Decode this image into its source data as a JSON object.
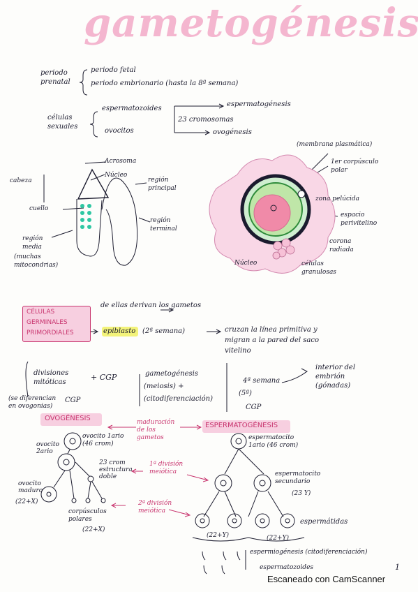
{
  "title": "gametogénesis",
  "top": {
    "periodo_prenatal": "periodo prenatal",
    "periodo_fetal": "periodo fetal",
    "periodo_embrionario": "periodo embrionario (hasta la 8ª semana)",
    "celulas_sexuales": "células sexuales",
    "espermatozoides": "espermatozoides",
    "ovocitos": "ovocitos",
    "espermatogenesis": "espermatogénesis",
    "cromosomas": "23 cromosomas",
    "ovogenesis": "ovogénesis"
  },
  "sperm": {
    "cabeza": "cabeza",
    "acrosoma": "Acrosoma",
    "nucleo": "Núcleo",
    "cuello": "cuello",
    "region_principal": "región principal",
    "region_media": "región media",
    "mitocondrias": "(muchas mitocondrias)",
    "region_terminal": "región terminal"
  },
  "ovocyte": {
    "membrana": "(membrana plasmática)",
    "corpusculo": "1er corpúsculo polar",
    "zona_pelucida": "zona pelúcida",
    "espacio": "espacio perivitelino",
    "corona": "corona radiada",
    "nucleo": "Núcleo",
    "celulas_granulosas": "células granulosas"
  },
  "middle": {
    "cgp_box": "CÉLULAS GERMINALES PRIMORDIALES",
    "derivan": "de ellas derivan los gametos",
    "epiblasto": "epiblasto",
    "semana2": "(2ª semana)",
    "cruzan": "cruzan la línea primitiva y migran a la pared del saco vitelino",
    "divisiones": "divisiones mitóticas",
    "plus_cgp": "+ CGP",
    "gametogenesis": "gametogénesis",
    "meiosis": "(meiosis) +",
    "citodif": "(citodiferenciación)",
    "semana4": "4ª semana",
    "semana5": "(5ª)",
    "interior": "interior del embrión (gónadas)",
    "se_diferencian": "(se diferencian en ovogonias)",
    "cgp_label": "CGP"
  },
  "bottom": {
    "ovogenesis": "OVOGÉNESIS",
    "maduracion": "maduración de los gametos",
    "espermatogenesis": "ESPERMATOGÉNESIS",
    "ovocito_1": "ovocito 1ario (46 crom)",
    "ovocito_2": "ovocito 2ario",
    "cromatidas": "23 crom estructura doble",
    "ovocito_maduro": "ovocito maduro",
    "n22x": "(22+X)",
    "corpusculos": "corpúsculos polares",
    "n22x_b": "(22+X)",
    "div1": "1ª división meiótica",
    "div2": "2ª división meiótica",
    "espermatocito_1": "espermatocito 1ario (46 crom)",
    "espermatocito_2": "espermatocito secundario",
    "n23y": "(23 Y)",
    "espermatidas": "espermátidas",
    "n22y_a": "(22+Y)",
    "n22y_b": "(22+Y)",
    "espermiogenesis": "espermiogénesis (citodiferenciación)",
    "espermatozoides": "espermatozoides",
    "page_no": "1"
  },
  "footer": "Escaneado con CamScanner",
  "colors": {
    "ink": "#1b1b2e",
    "pink": "#c8346e",
    "pale_pink": "#f4b6cf",
    "green": "#2e8b3a",
    "teal": "#2fc7a3",
    "highlight": "#f3f37a"
  }
}
